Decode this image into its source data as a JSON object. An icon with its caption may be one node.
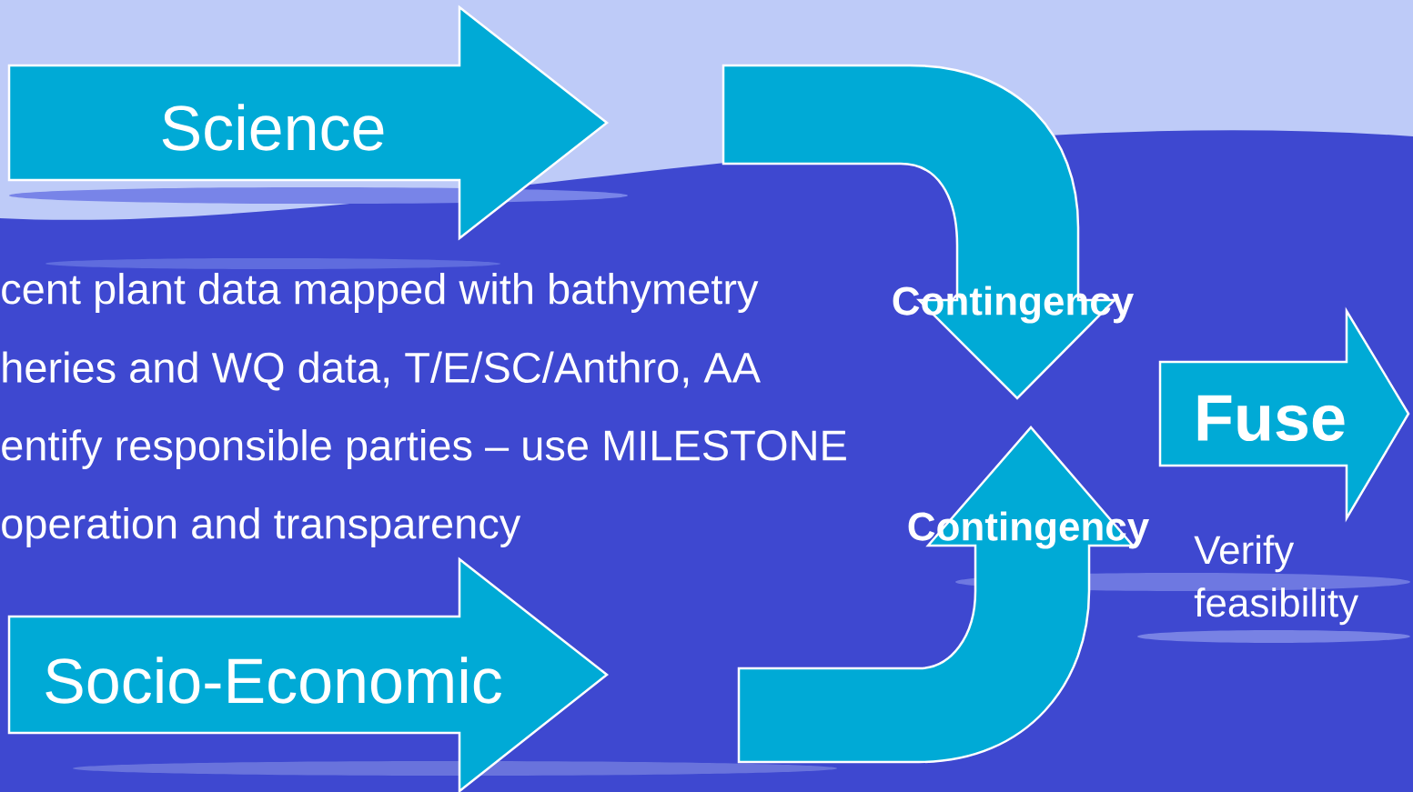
{
  "diagram": {
    "nodes": [
      {
        "text": [
          "Science"
        ]
      },
      {
        "text": [
          "Socio-Economic"
        ]
      },
      {
        "text": [
          "Contingency"
        ]
      },
      {
        "text": [
          "Contingency"
        ]
      },
      {
        "text": [
          "Fuse"
        ],
        "beside": [
          "Verify feasibility"
        ]
      }
    ],
    "labels": [
      "cent plant data mapped with bathymetry",
      "heries and WQ data, T/E/SC/Anthro, AA",
      "entify responsible parties – use MILESTONE",
      "operation and transparency"
    ]
  }
}
